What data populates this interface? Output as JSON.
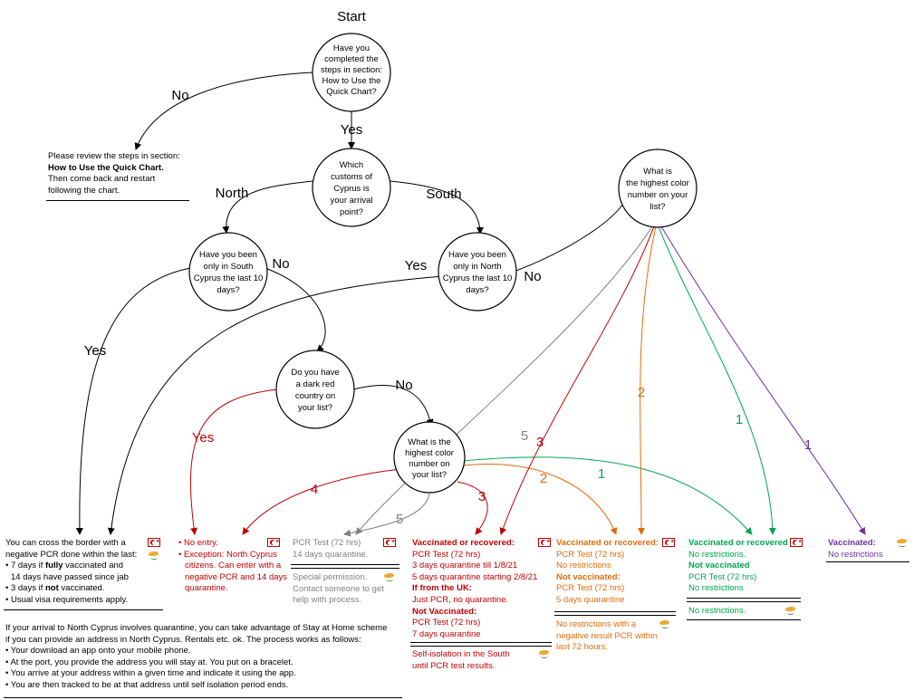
{
  "start_label": "Start",
  "questions": {
    "q1": [
      "Have you",
      "completed the",
      "steps in section:",
      "How to Use the",
      "Quick Chart?"
    ],
    "q2": [
      "Which",
      "customs of",
      "Cyprus is",
      "your arrival",
      "point?"
    ],
    "q3": [
      "Have you been",
      "only in South",
      "Cyprus the last 10",
      "days?"
    ],
    "q4": [
      "Have you been",
      "only in North",
      "Cyprus the last 10",
      "days?"
    ],
    "q5": [
      "Do you have",
      "a dark red",
      "country on",
      "your list?"
    ],
    "q6": [
      "What is the",
      "highest color",
      "number on",
      "your list?"
    ],
    "q7": [
      "What is",
      "the highest color",
      "number on your",
      "list?"
    ]
  },
  "edge_labels": {
    "q1_no": "No",
    "q1_yes": "Yes",
    "north": "North",
    "south": "South",
    "q3_yes": "Yes",
    "q3_no": "No",
    "q4_yes": "Yes",
    "q4_no": "No",
    "q5_yes": "Yes",
    "q5_no": "No",
    "q6_4": "4",
    "q6_3": "3",
    "q6_5": "5",
    "q6_2": "2",
    "q6_1": "1",
    "q7_5": "5",
    "q7_3": "3",
    "q7_2": "2",
    "q7_1a": "1",
    "q7_1b": "1"
  },
  "review_box": {
    "line1": "Please review the steps in section:",
    "line2": "How to Use the Quick Chart.",
    "line3": "Then come back and restart",
    "line4": "following the chart."
  },
  "box_north_border": {
    "line1": "You can cross the border with a",
    "line2": "negative PCR done within the last:",
    "line3a": "• 7 days if ",
    "line3b": "fully",
    "line3c": " vaccinated and",
    "line4": "14 days have passed since jab",
    "line5a": "• 3 days if ",
    "line5b": "not",
    "line5c": " vaccinated.",
    "line6": "• Usual visa requirements apply."
  },
  "box_no_entry": {
    "line1": "• No entry.",
    "line2": "• Exception: North Cyprus",
    "line3": "citizens. Can enter with a",
    "line4": "negative PCR and 14 days",
    "line5": "quarantine."
  },
  "box_grey": {
    "line1": "PCR Test (72 hrs)",
    "line2": "14 days quarantine.",
    "line3": "Special permission.",
    "line4": "Contact someone to get",
    "line5": "help with process."
  },
  "box_red": {
    "line1": "Vaccinated or recovered:",
    "line2": "PCR Test (72 hrs)",
    "line3": "3 days quarantine till 1/8/21",
    "line4": "5 days quarantine starting 2/8/21",
    "line5": "If from the UK:",
    "line6": "Just PCR, no quarantine.",
    "line7": "Not Vaccinated:",
    "line8": "PCR Test (72 hrs)",
    "line9": "7 days quarantine",
    "line10": "Self-isolation in the South",
    "line11": "until PCR test results."
  },
  "box_orange": {
    "line1": "Vaccinated or recovered:",
    "line2": "PCR Test (72 hrs)",
    "line3": "No restrictions",
    "line4": "Not vaccinated:",
    "line5": "PCR Test (72 hrs)",
    "line6": "5 days quarantine",
    "line7": "No restrictions with a",
    "line8": "negative result PCR within",
    "line9": "last 72 hours."
  },
  "box_green": {
    "line1": "Vaccinated or recovered",
    "line2": "No restrictions.",
    "line3": "Not vaccinated",
    "line4": "PCR Test (72 hrs)",
    "line5": "No restrictions",
    "line6": "No restrictions."
  },
  "box_purple": {
    "line1": "Vaccinated:",
    "line2": "No restrictions"
  },
  "quarantine_note": {
    "line1": "If your arrival to North Cyprus involves quarantine, you can take advantage of Stay at Home scheme",
    "line2": "if you can provide  an address in North Cyprus. Rentals etc. ok. The process works as follows:",
    "line3": "• Your download an app onto your mobile phone.",
    "line4": "• At the port, you provide the address you will stay at. You put on a bracelet.",
    "line5": "• You arrive at your address within a given time and indicate it using the app.",
    "line6": "• You are then tracked to be at that address until self isolation period ends."
  },
  "colors": {
    "red": "#c00000",
    "orange": "#e36c0a",
    "green": "#00a651",
    "purple": "#7030a0",
    "grey": "#808080",
    "black": "#000000"
  },
  "icons": [
    "turkish-flag-icon",
    "cyprus-flag-icon"
  ]
}
